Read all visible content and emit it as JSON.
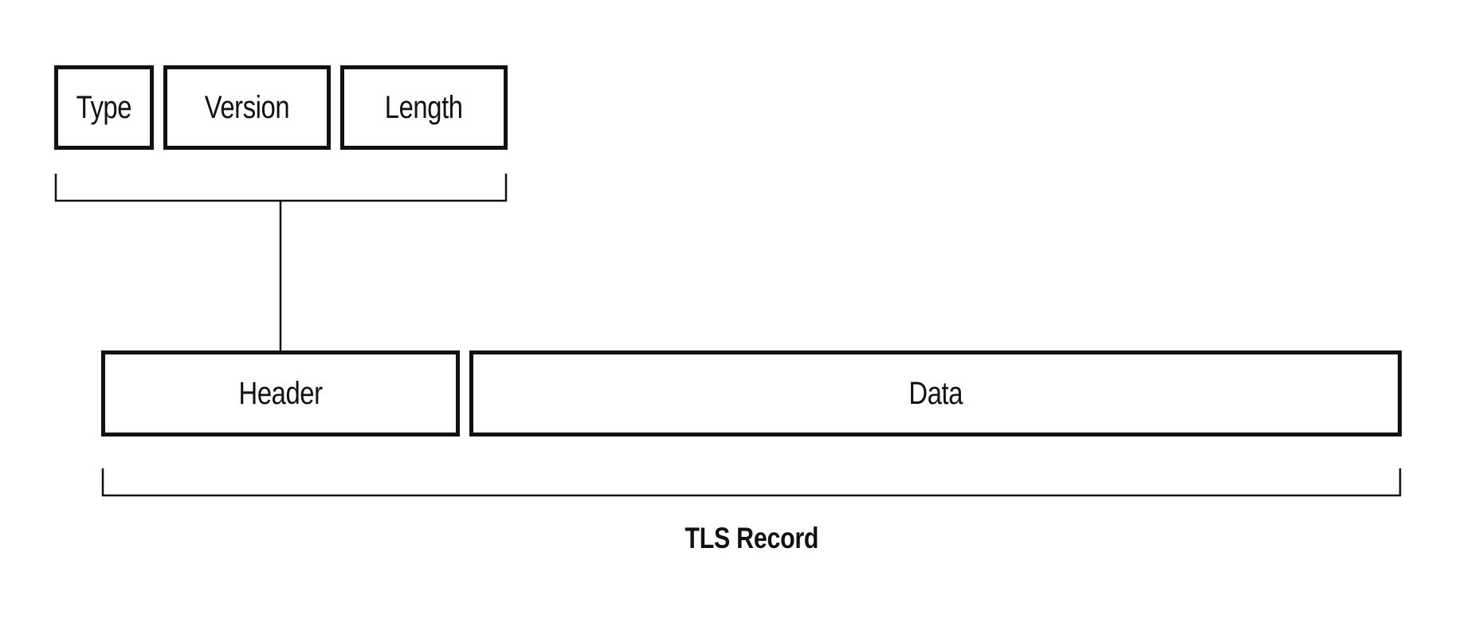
{
  "header_fields": [
    {
      "label": "Type"
    },
    {
      "label": "Version"
    },
    {
      "label": "Length"
    }
  ],
  "record_segments": [
    {
      "label": "Header"
    },
    {
      "label": "Data"
    }
  ],
  "record_caption": "TLS Record",
  "colors": {
    "stroke": "#111111",
    "background": "#ffffff"
  }
}
